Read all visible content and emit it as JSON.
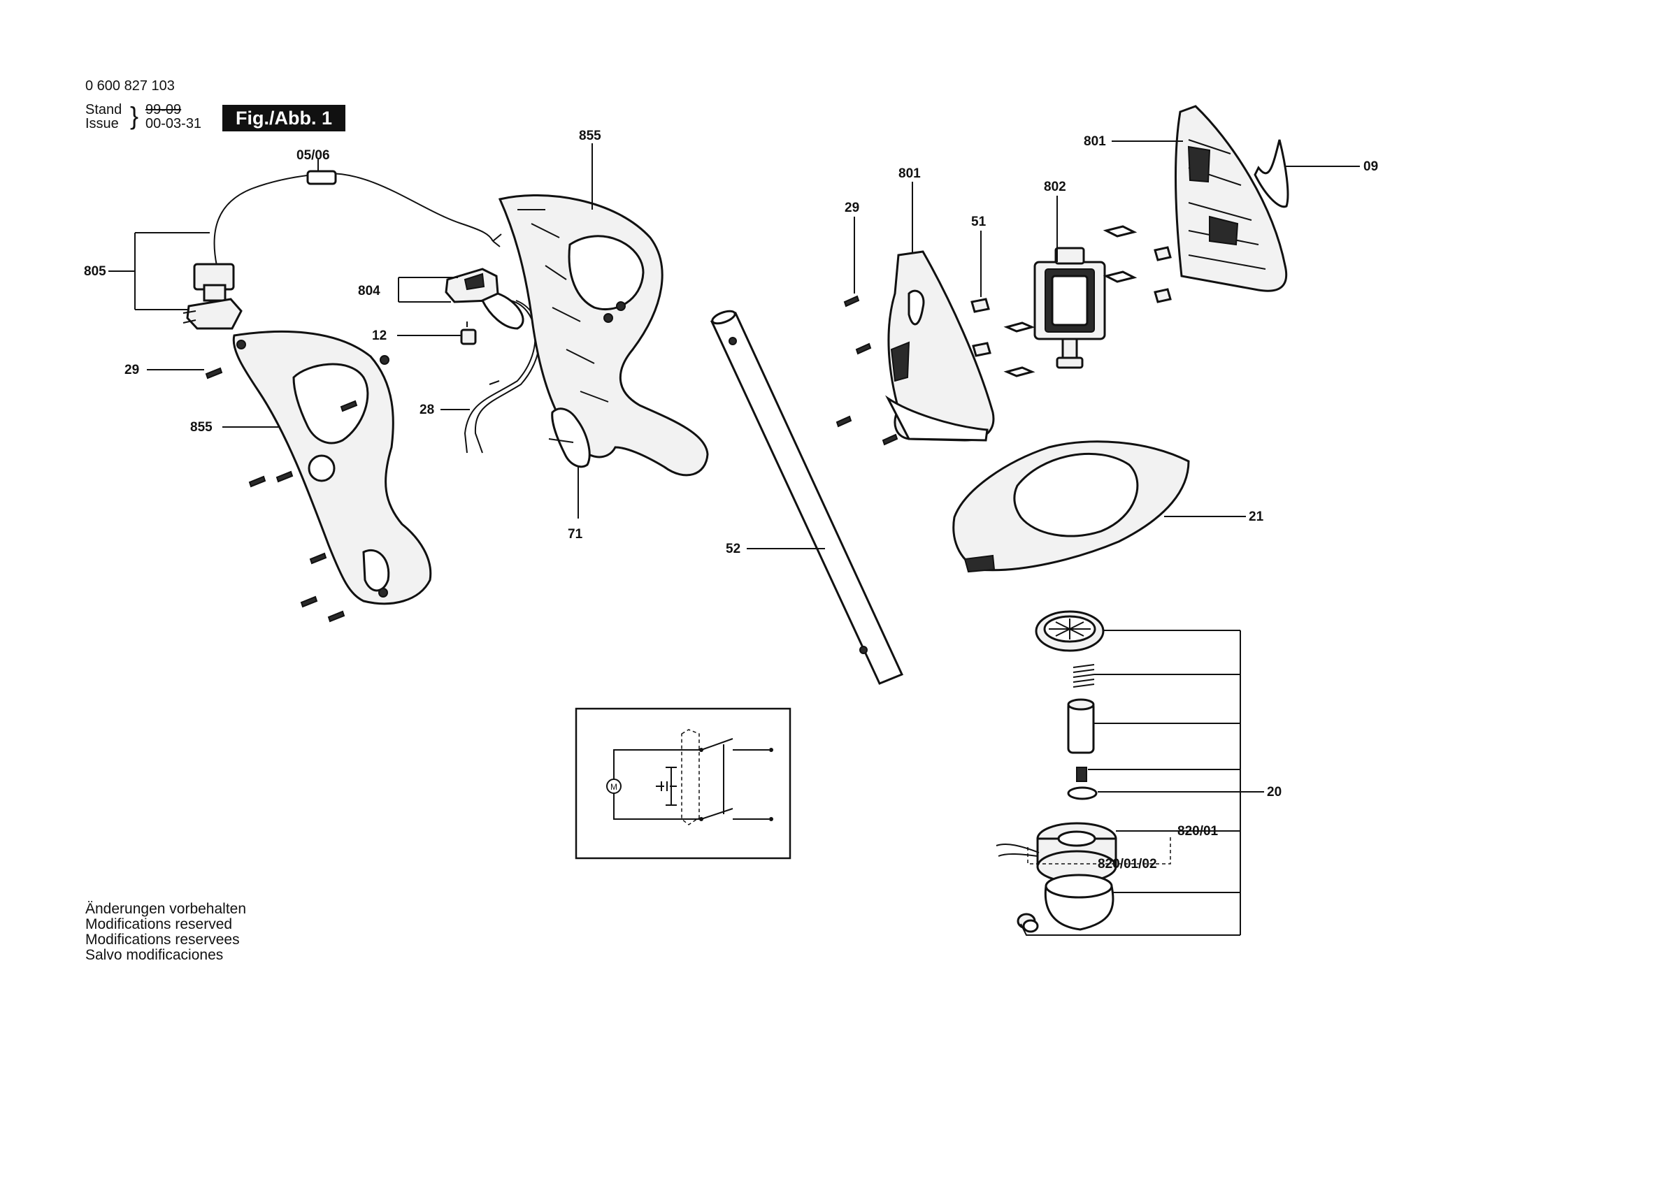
{
  "header": {
    "part_number": "0 600 827 103",
    "stand_label": "Stand",
    "issue_label": "Issue",
    "old_date_struck": "99-09",
    "issue_date": "00-03-31",
    "figure_label": "Fig./Abb. 1"
  },
  "notes": [
    "Änderungen vorbehalten",
    "Modifications reserved",
    "Modifications reservees",
    "Salvo modificaciones"
  ],
  "callouts": {
    "c_05_06": "05/06",
    "c_805": "805",
    "c_804": "804",
    "c_12": "12",
    "c_29_left": "29",
    "c_855_left": "855",
    "c_28": "28",
    "c_855_top": "855",
    "c_71": "71",
    "c_52": "52",
    "c_29_mid": "29",
    "c_801_mid": "801",
    "c_51": "51",
    "c_802": "802",
    "c_801_top": "801",
    "c_09": "09",
    "c_21": "21",
    "c_20": "20",
    "c_820_01": "820/01",
    "c_820_01_02": "820/01/02"
  },
  "schematic": {
    "motor_symbol": "M"
  }
}
